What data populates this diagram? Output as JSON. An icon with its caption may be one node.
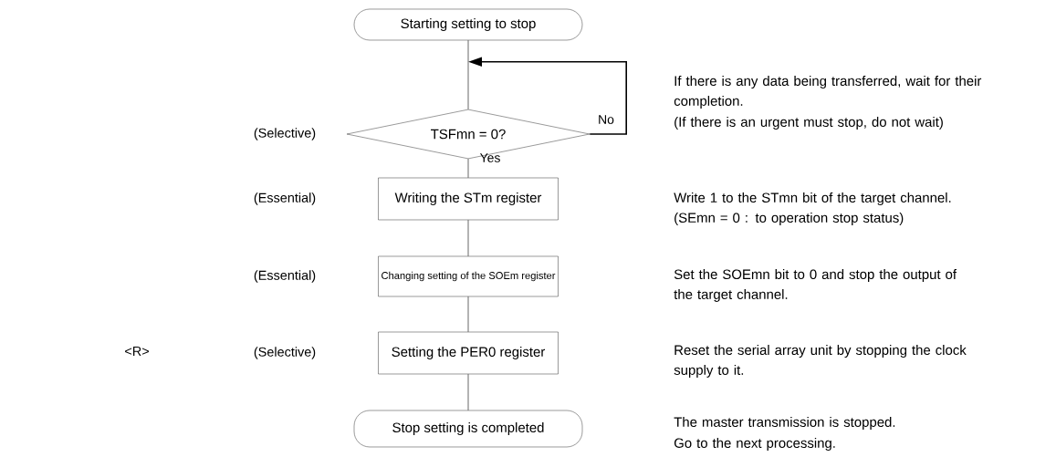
{
  "diagram": {
    "nodes": [
      {
        "text": [
          "Starting setting to stop"
        ]
      },
      {
        "text": [
          "TSFmn = 0?"
        ]
      },
      {
        "text": [
          "Writing the STm register"
        ]
      },
      {
        "text": [
          "Changing setting of the SOEm register"
        ]
      },
      {
        "text": [
          "Setting the PER0 register"
        ]
      },
      {
        "text": [
          "Stop setting is completed"
        ]
      }
    ],
    "edges": [
      {
        "from": 0,
        "to": 1,
        "arrow": "none"
      },
      {
        "from": 1,
        "to": null,
        "arrow": "to",
        "label": "No"
      },
      {
        "from": 1,
        "to": 2,
        "arrow": "none",
        "label": "Yes"
      },
      {
        "from": 2,
        "to": 3,
        "arrow": "none"
      },
      {
        "from": 3,
        "to": 4,
        "arrow": "none"
      },
      {
        "from": 4,
        "to": 5,
        "arrow": "none"
      }
    ],
    "labels": [
      "If there is any data being transferred, wait for their completion.",
      "(Selective)",
      "(If there is an urgent must stop, do not wait)",
      "(Essential)",
      "Write 1 to the STmn bit of the target channel.",
      "(SEmn = 0 : to operation stop status)",
      "(Essential)",
      "Set the SOEmn bit to 0 and stop the output of the target channel.",
      "<R>",
      "(Selective)",
      "Reset the serial array unit by stopping the clock supply to it.",
      "The master transmission is stopped.",
      "Go to the next processing."
    ]
  }
}
